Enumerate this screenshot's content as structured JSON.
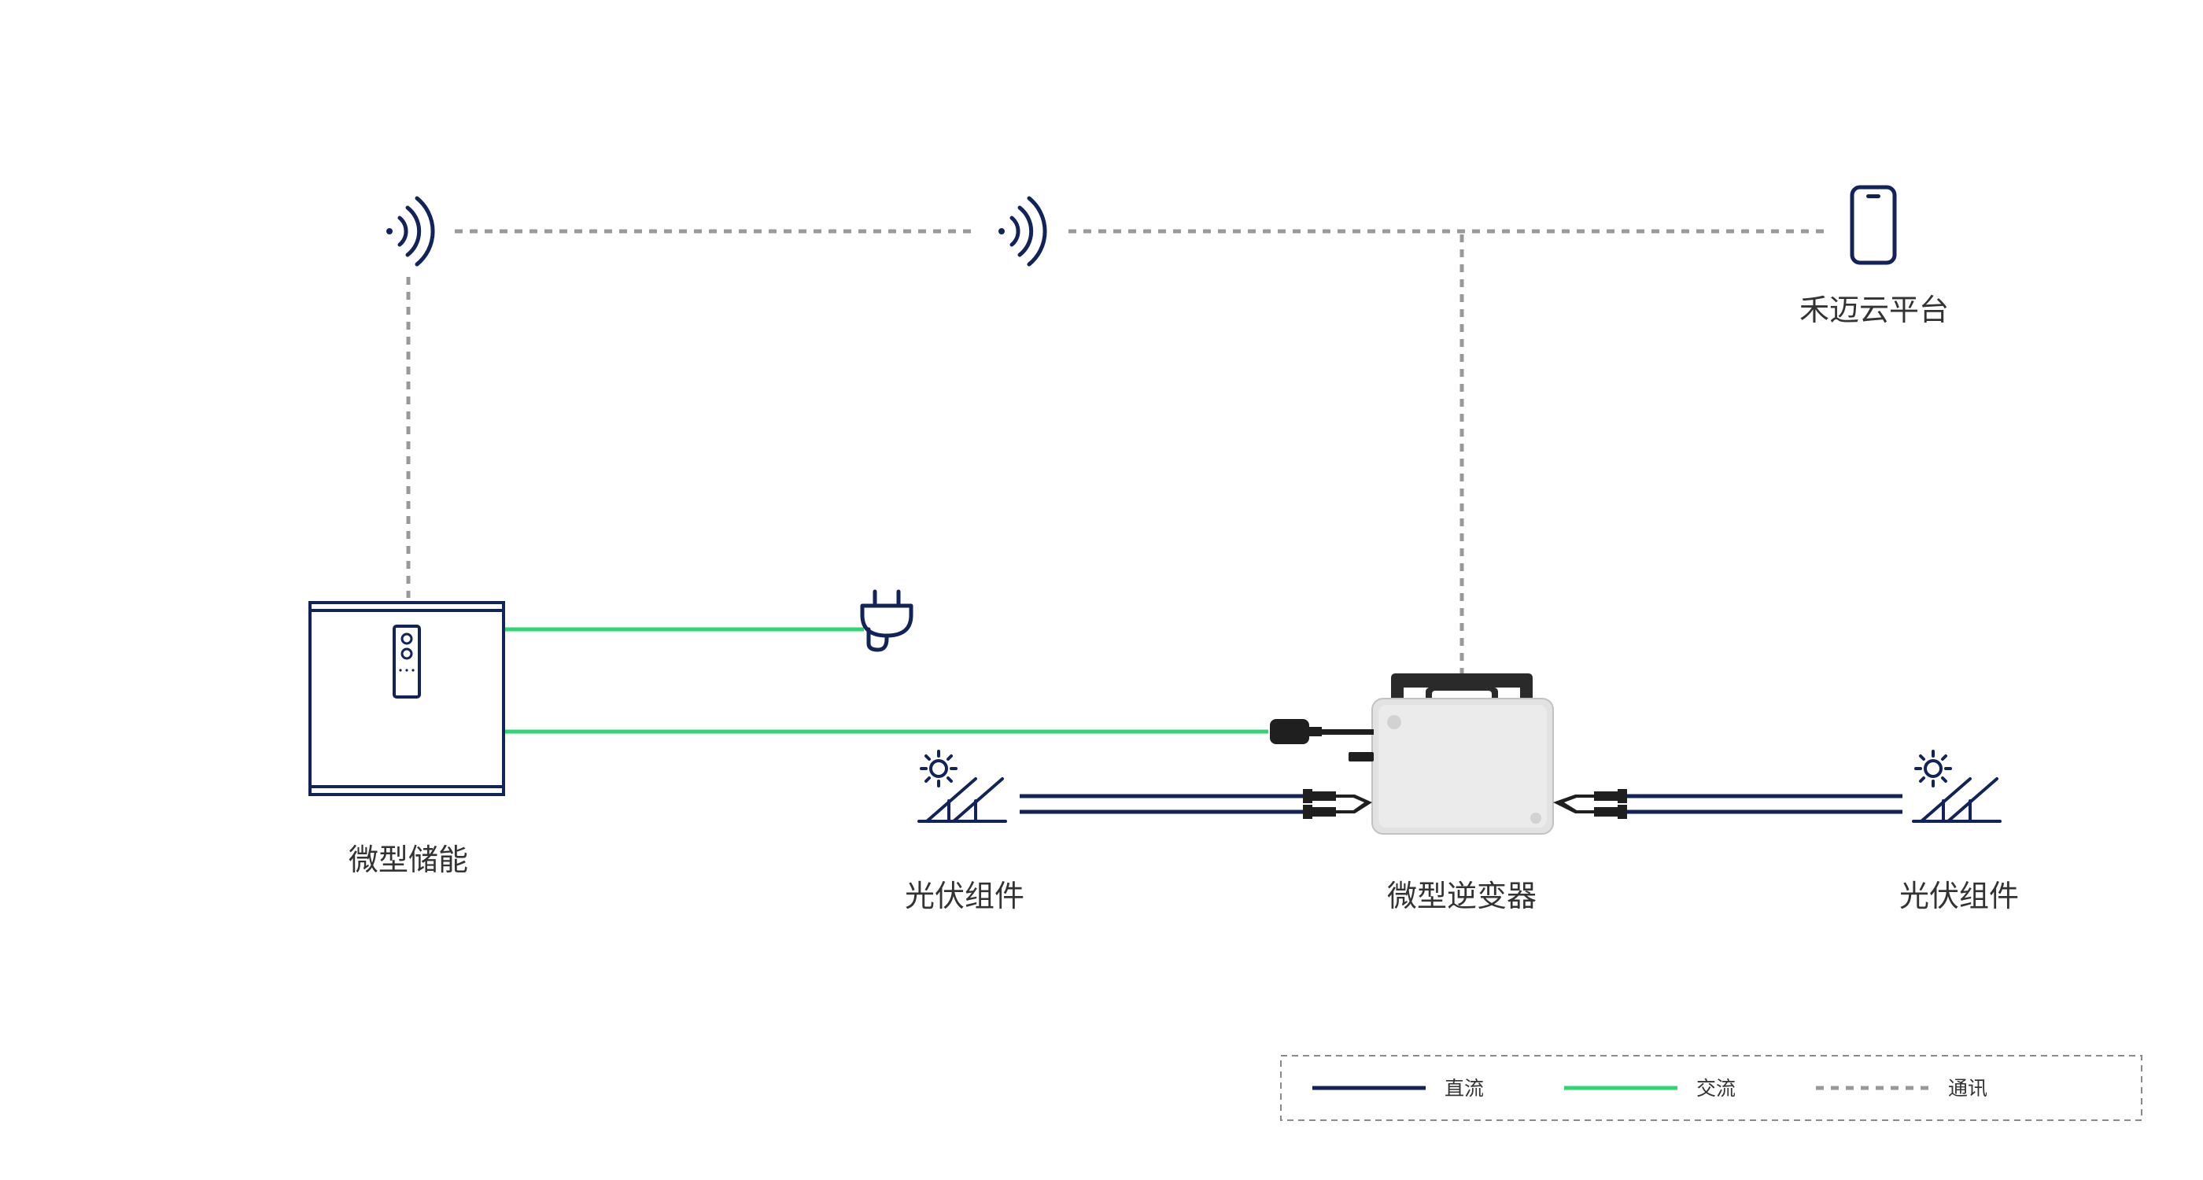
{
  "labels": {
    "cloud_platform": "禾迈云平台",
    "micro_storage": "微型储能",
    "pv_module_left": "光伏组件",
    "micro_inverter": "微型逆变器",
    "pv_module_right": "光伏组件"
  },
  "legend": {
    "dc": "直流",
    "ac": "交流",
    "comm": "通讯"
  },
  "colors": {
    "dc": "#12235a",
    "ac": "#2ed573",
    "comm": "#999999",
    "device": "#12235a"
  }
}
